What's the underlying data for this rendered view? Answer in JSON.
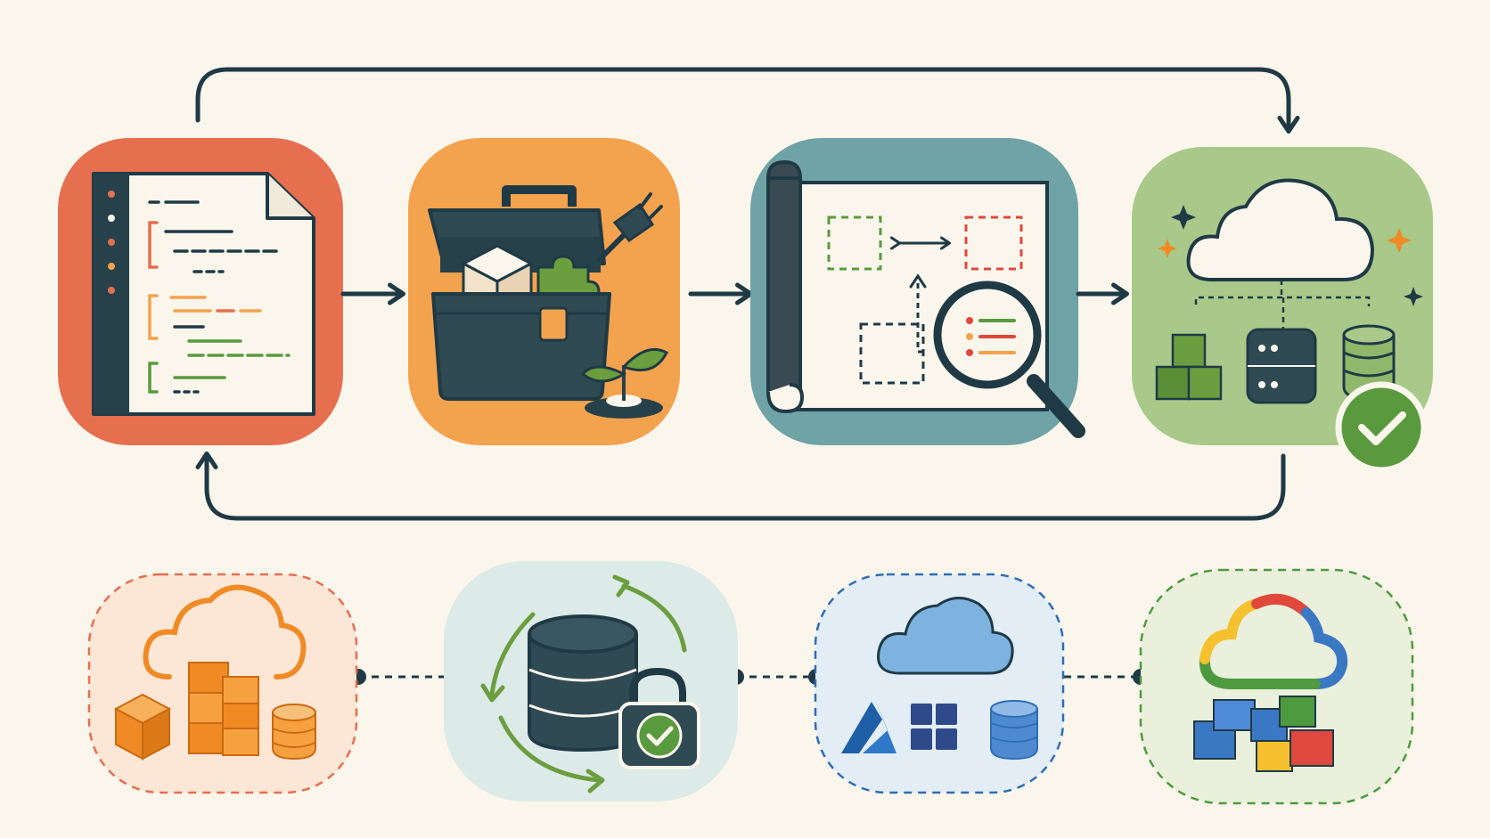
{
  "colors": {
    "background": "#FBF6EC",
    "ink": "#1F3A45",
    "code_stage": "#E56F4F",
    "toolkit_stage": "#F3A24E",
    "plan_stage": "#6FA3A5",
    "deploy_stage": "#A9C98A",
    "success_green": "#5A9A3E",
    "aws_orange": "#F08A24",
    "azure_blue": "#2F6DB5",
    "gcp_red": "#E0483B",
    "gcp_yellow": "#F5C12E",
    "gcp_blue": "#3B78C4",
    "gcp_green": "#4E9A3F"
  },
  "pipeline": [
    {
      "id": "code",
      "icon": "code-document-icon"
    },
    {
      "id": "toolkit",
      "icon": "toolbox-plugins-icon"
    },
    {
      "id": "plan",
      "icon": "blueprint-inspect-icon"
    },
    {
      "id": "deploy",
      "icon": "cloud-resources-check-icon"
    }
  ],
  "providers": [
    {
      "id": "aws-like",
      "icon": "orange-cloud-boxes-icon"
    },
    {
      "id": "state",
      "icon": "locked-database-sync-icon"
    },
    {
      "id": "azure-like",
      "icon": "blue-cloud-services-icon"
    },
    {
      "id": "gcp-like",
      "icon": "multicolor-cloud-blocks-icon"
    }
  ]
}
